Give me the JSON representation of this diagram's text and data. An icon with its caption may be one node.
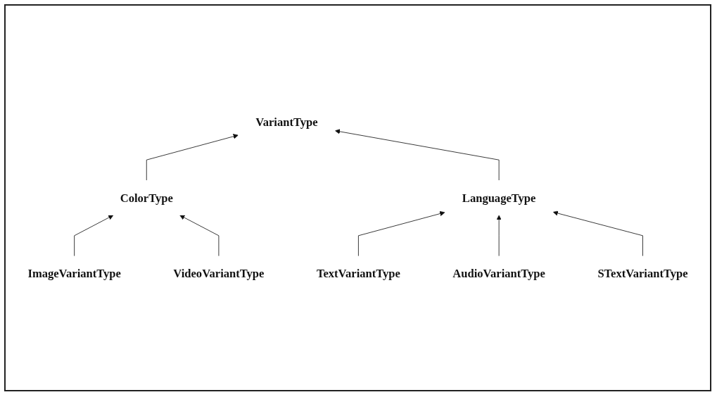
{
  "diagram": {
    "nodes": [
      {
        "text": [
          "VariantType"
        ]
      },
      {
        "text": [
          "ColorType"
        ]
      },
      {
        "text": [
          "LanguageType"
        ]
      },
      {
        "text": [
          "ImageVariantType"
        ]
      },
      {
        "text": [
          "VideoVariantType"
        ]
      },
      {
        "text": [
          "TextVariantType"
        ]
      },
      {
        "text": [
          "AudioVariantType"
        ]
      },
      {
        "text": [
          "STextVariantType"
        ]
      }
    ],
    "edges": [
      {
        "from": 1,
        "to": 0,
        "arrow": "to"
      },
      {
        "from": 2,
        "to": 0,
        "arrow": "to"
      },
      {
        "from": 3,
        "to": 1,
        "arrow": "to"
      },
      {
        "from": 4,
        "to": 1,
        "arrow": "to"
      },
      {
        "from": 5,
        "to": 2,
        "arrow": "to"
      },
      {
        "from": 6,
        "to": 2,
        "arrow": "to"
      },
      {
        "from": 7,
        "to": 2,
        "arrow": "to"
      }
    ]
  }
}
